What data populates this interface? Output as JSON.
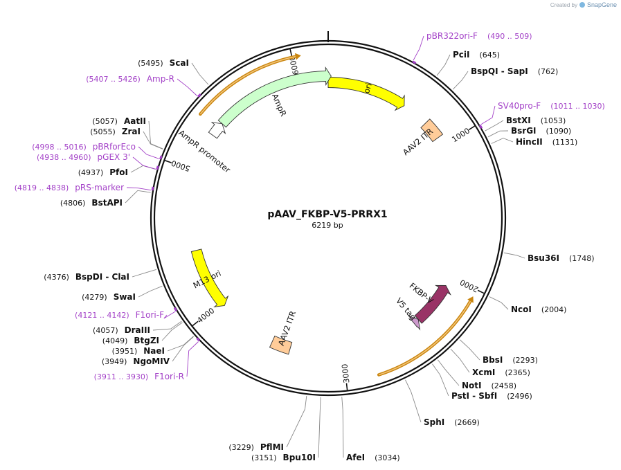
{
  "credit": {
    "created_by": "Created by",
    "brand": "SnapGene"
  },
  "plasmid": {
    "name": "pAAV_FKBP-V5-PRRX1",
    "length": 6219,
    "length_label": "6219 bp"
  },
  "ticks": [
    {
      "bp": 1000,
      "label": "1000"
    },
    {
      "bp": 2000,
      "label": "2000"
    },
    {
      "bp": 3000,
      "label": "3000"
    },
    {
      "bp": 4000,
      "label": "4000"
    },
    {
      "bp": 5000,
      "label": "5000"
    },
    {
      "bp": 6000,
      "label": "6000"
    }
  ],
  "features": [
    {
      "name": "ori",
      "label": "ori",
      "start": 0,
      "end": 589,
      "color": "#ffff00",
      "direction": 1
    },
    {
      "name": "AmpR",
      "label": "AmpR",
      "start": 5384,
      "end": 6240,
      "color": "#ccffcc",
      "direction": 1
    },
    {
      "name": "AmpR promoter",
      "label": "AmpR promoter",
      "start": 5280,
      "end": 5384,
      "color": "#ffffff",
      "direction": 1
    },
    {
      "name": "AAV2 ITR (1)",
      "label": "AAV2 ITR",
      "start": 790,
      "end": 930,
      "color": "#ffcc99",
      "direction": 0
    },
    {
      "name": "AAV2 ITR (2)",
      "label": "AAV2 ITR",
      "start": 3390,
      "end": 3530,
      "color": "#ffcc99",
      "direction": 0
    },
    {
      "name": "M13 ori",
      "label": "M13 ori",
      "start": 3970,
      "end": 4426,
      "color": "#ffff00",
      "direction": -1
    },
    {
      "name": "FKBP-V",
      "label": "FKBP-V",
      "start": 2070,
      "end": 2390,
      "color": "#993366",
      "direction": -1
    },
    {
      "name": "V5 tag",
      "label": "V5 tag",
      "start": 2390,
      "end": 2432,
      "color": "#cc99cc",
      "direction": -1
    }
  ],
  "orange_arcs": [
    {
      "start": 5340,
      "end": 6030,
      "direction": 1
    },
    {
      "start": 2070,
      "end": 2800,
      "direction": -1
    }
  ],
  "enzymes": [
    {
      "name": "PciI",
      "pos": "(645)"
    },
    {
      "name": "BspQI - SapI",
      "pos": "(762)"
    },
    {
      "name": "BstXI",
      "pos": "(1053)"
    },
    {
      "name": "BsrGI",
      "pos": "(1090)"
    },
    {
      "name": "HincII",
      "pos": "(1131)"
    },
    {
      "name": "Bsu36I",
      "pos": "(1748)"
    },
    {
      "name": "NcoI",
      "pos": "(2004)"
    },
    {
      "name": "BbsI",
      "pos": "(2293)"
    },
    {
      "name": "XcmI",
      "pos": "(2365)"
    },
    {
      "name": "NotI",
      "pos": "(2458)"
    },
    {
      "name": "PstI - SbfI",
      "pos": "(2496)"
    },
    {
      "name": "SphI",
      "pos": "(2669)"
    },
    {
      "name": "AfeI",
      "pos": "(3034)"
    },
    {
      "name": "Bpu10I",
      "pos": "(3151)"
    },
    {
      "name": "PflMI",
      "pos": "(3229)"
    },
    {
      "name": "NgoMIV",
      "pos": "(3949)"
    },
    {
      "name": "NaeI",
      "pos": "(3951)"
    },
    {
      "name": "BtgZI",
      "pos": "(4049)"
    },
    {
      "name": "DraIII",
      "pos": "(4057)"
    },
    {
      "name": "SwaI",
      "pos": "(4279)"
    },
    {
      "name": "BspDI - ClaI",
      "pos": "(4376)"
    },
    {
      "name": "BstAPI",
      "pos": "(4806)"
    },
    {
      "name": "PfoI",
      "pos": "(4937)"
    },
    {
      "name": "ZraI",
      "pos": "(5055)"
    },
    {
      "name": "AatII",
      "pos": "(5057)"
    },
    {
      "name": "ScaI",
      "pos": "(5495)"
    }
  ],
  "primers": [
    {
      "name": "pBR322ori-F",
      "pos": "(490 .. 509)"
    },
    {
      "name": "SV40pro-F",
      "pos": "(1011 .. 1030)"
    },
    {
      "name": "F1ori-R",
      "pos": "(3911 .. 3930)"
    },
    {
      "name": "F1ori-F",
      "pos": "(4121 .. 4142)"
    },
    {
      "name": "pRS-marker",
      "pos": "(4819 .. 4838)"
    },
    {
      "name": "pGEX 3'",
      "pos": "(4938 .. 4960)"
    },
    {
      "name": "pBRforEco",
      "pos": "(4998 .. 5016)"
    },
    {
      "name": "Amp-R",
      "pos": "(5407 .. 5426)"
    }
  ]
}
